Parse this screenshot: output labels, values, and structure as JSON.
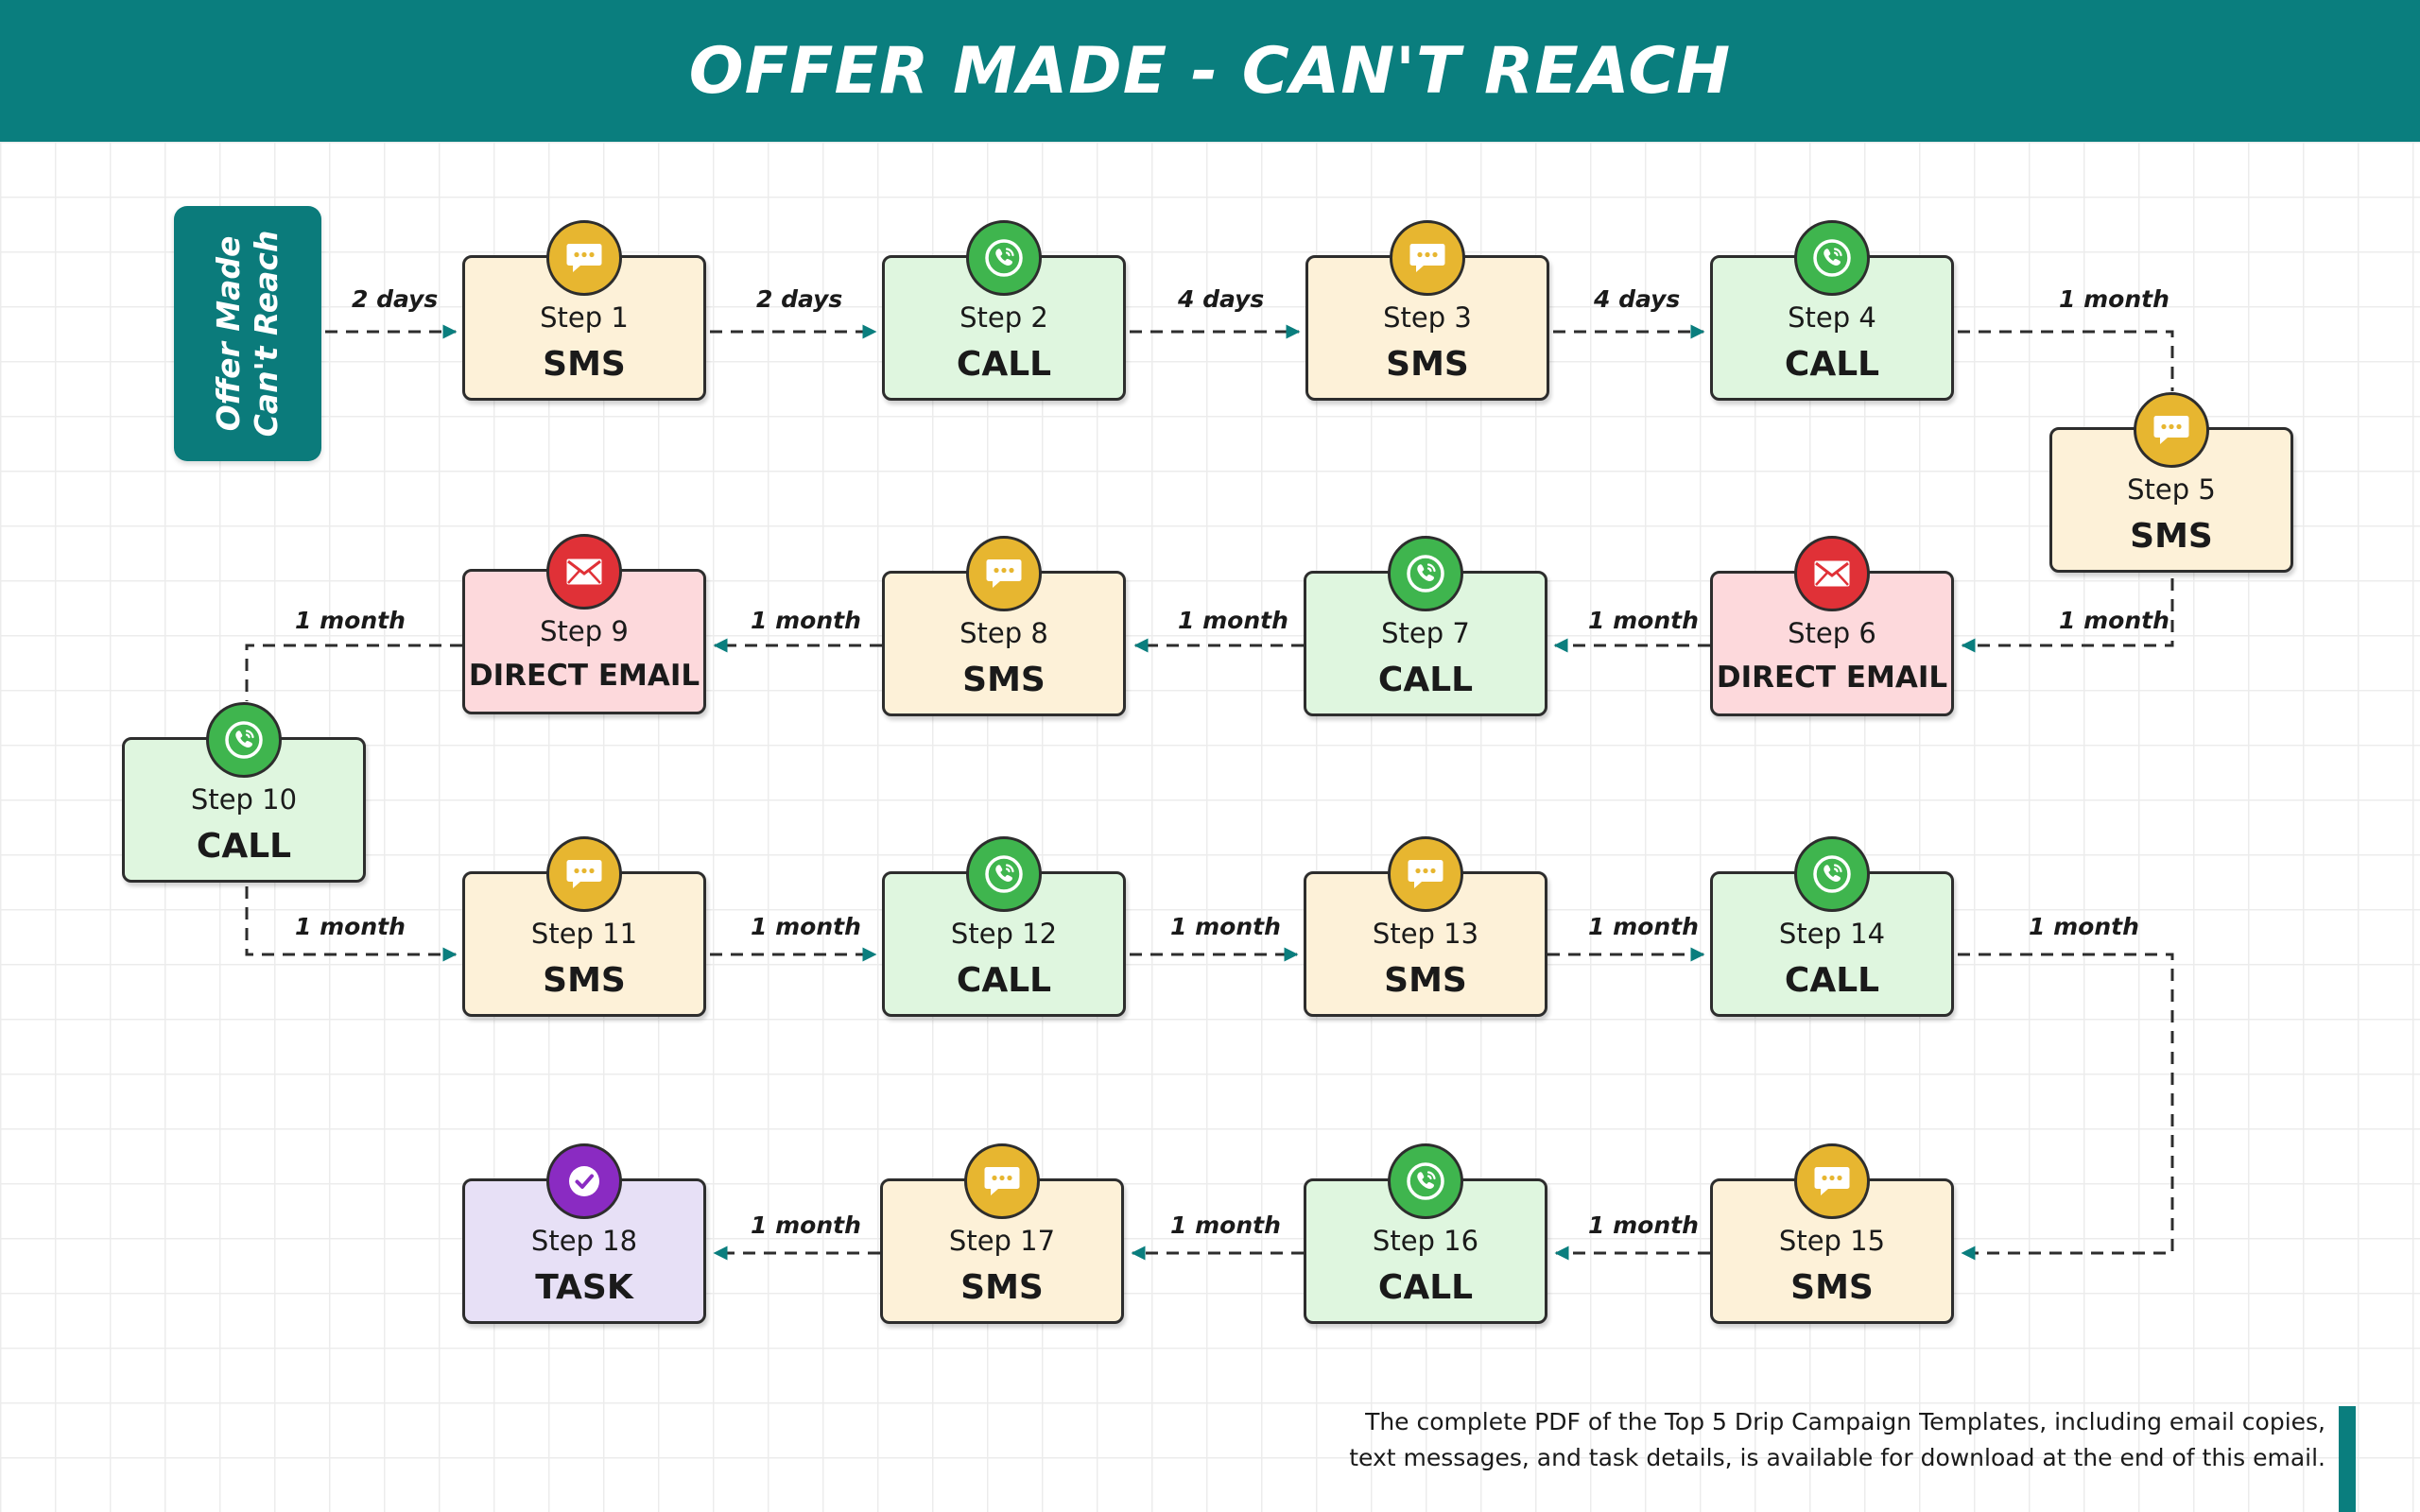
{
  "title": "OFFER MADE - CAN'T REACH",
  "start_block": {
    "line1": "Offer Made",
    "line2": "Can't Reach"
  },
  "colors": {
    "header": "#0a7e7e",
    "arrow": "#0a7e7e",
    "sms": "#e7b630",
    "call": "#3fb54e",
    "email": "#e03137",
    "task": "#8a2bc2"
  },
  "steps": [
    {
      "num": "Step 1",
      "type": "SMS",
      "kind": "sms",
      "icon": "chat-bubble-icon"
    },
    {
      "num": "Step 2",
      "type": "CALL",
      "kind": "call",
      "icon": "phone-icon"
    },
    {
      "num": "Step 3",
      "type": "SMS",
      "kind": "sms",
      "icon": "chat-bubble-icon"
    },
    {
      "num": "Step 4",
      "type": "CALL",
      "kind": "call",
      "icon": "phone-icon"
    },
    {
      "num": "Step 5",
      "type": "SMS",
      "kind": "sms",
      "icon": "chat-bubble-icon"
    },
    {
      "num": "Step 6",
      "type": "DIRECT EMAIL",
      "kind": "email",
      "icon": "envelope-icon"
    },
    {
      "num": "Step 7",
      "type": "CALL",
      "kind": "call",
      "icon": "phone-icon"
    },
    {
      "num": "Step 8",
      "type": "SMS",
      "kind": "sms",
      "icon": "chat-bubble-icon"
    },
    {
      "num": "Step 9",
      "type": "DIRECT EMAIL",
      "kind": "email",
      "icon": "envelope-icon"
    },
    {
      "num": "Step 10",
      "type": "CALL",
      "kind": "call",
      "icon": "phone-icon"
    },
    {
      "num": "Step 11",
      "type": "SMS",
      "kind": "sms",
      "icon": "chat-bubble-icon"
    },
    {
      "num": "Step 12",
      "type": "CALL",
      "kind": "call",
      "icon": "phone-icon"
    },
    {
      "num": "Step 13",
      "type": "SMS",
      "kind": "sms",
      "icon": "chat-bubble-icon"
    },
    {
      "num": "Step 14",
      "type": "CALL",
      "kind": "call",
      "icon": "phone-icon"
    },
    {
      "num": "Step 15",
      "type": "SMS",
      "kind": "sms",
      "icon": "chat-bubble-icon"
    },
    {
      "num": "Step 16",
      "type": "CALL",
      "kind": "call",
      "icon": "phone-icon"
    },
    {
      "num": "Step 17",
      "type": "SMS",
      "kind": "sms",
      "icon": "chat-bubble-icon"
    },
    {
      "num": "Step 18",
      "type": "TASK",
      "kind": "task",
      "icon": "checkmark-icon"
    }
  ],
  "delays": [
    "2 days",
    "2 days",
    "4 days",
    "4 days",
    "1 month",
    "1 month",
    "1 month",
    "1 month",
    "1 month",
    "1 month",
    "1 month",
    "1 month",
    "1 month",
    "1 month",
    "1 month",
    "1 month",
    "1 month",
    "1 month"
  ],
  "footnote": {
    "line1": "The complete PDF of the Top 5 Drip Campaign Templates, including email copies,",
    "line2": "text messages, and task details, is available for download at the end of this email."
  }
}
